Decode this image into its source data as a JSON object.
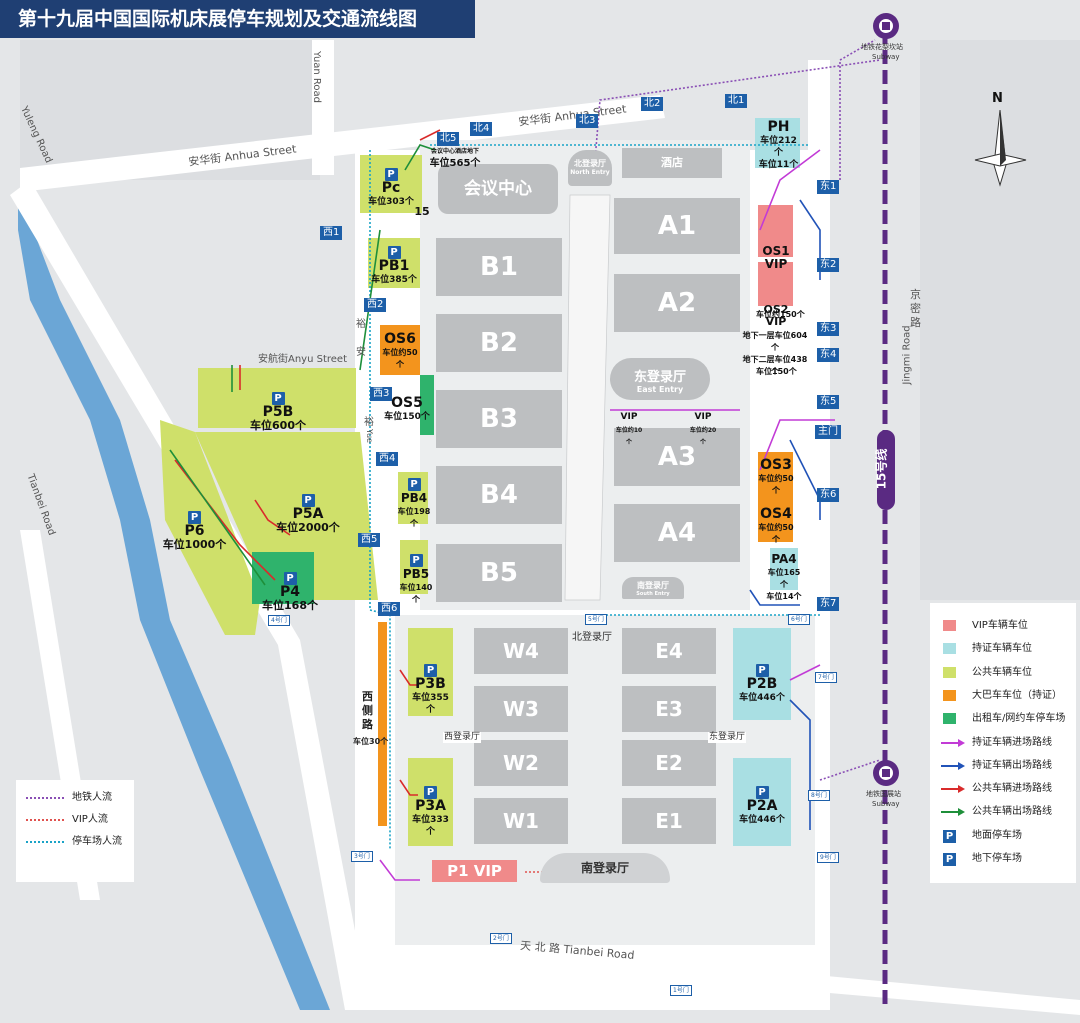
{
  "title": "第十九届中国国际机床展停车规划及交通流线图",
  "streets": {
    "anhua_cn": "安华街",
    "anhua_en": "Anhua Street",
    "anhua_cn_2": "安华街",
    "anhua_en_2": "Anhua Street",
    "anyu": "安航街Anyu Street",
    "yuan_road": "Yuan Road",
    "yu_cn": "裕",
    "an_cn": "安",
    "yue_cn": "裕",
    "yue_en": "Yue",
    "yufeng_road": "Yuleng Road",
    "tianbei_road_side": "Tianbei Road",
    "tianbei_road": "天 北 路  Tianbei Road",
    "jingmi_cn": "京\n密\n路",
    "jingmi_en": "Jingmi Road",
    "west_side_road": "西\n侧\n路",
    "west_side_cap": "车位30个"
  },
  "subway": {
    "line": "15号线",
    "north_station": "地铁花梨坎站",
    "north_en": "Subway",
    "south_station": "地铁国展站",
    "south_en": "Subway"
  },
  "compass": "N",
  "halls": {
    "conference": "会议中心",
    "hotel": "酒店",
    "north_hall": "北登录厅",
    "north_hall_en": "North Entry",
    "east_hall": "东登录厅",
    "east_hall_en": "East Entry",
    "south_hall_small": "南登录厅",
    "south_hall_small_en": "South Entry",
    "north_hall_2": "北登录厅",
    "west_hall": "西登录厅",
    "east_hall_2": "东登录厅",
    "south_hall": "南登录厅",
    "A1": "A1",
    "A2": "A2",
    "A3": "A3",
    "A4": "A4",
    "B1": "B1",
    "B2": "B2",
    "B3": "B3",
    "B4": "B4",
    "B5": "B5",
    "W1": "W1",
    "W2": "W2",
    "W3": "W3",
    "W4": "W4",
    "E1": "E1",
    "E2": "E2",
    "E3": "E3",
    "E4": "E4"
  },
  "gates": {
    "bei1": "北1",
    "bei2": "北2",
    "bei3": "北3",
    "bei4": "北4",
    "bei5": "北5",
    "xi1": "西1",
    "xi2": "西2",
    "xi3": "西3",
    "xi4": "西4",
    "xi5": "西5",
    "xi6": "西6",
    "dong1": "东1",
    "dong2": "东2",
    "dong3": "东3",
    "dong4": "东4",
    "dong5": "东5",
    "zhumen": "主门",
    "dong6": "东6",
    "dong7": "东7"
  },
  "small_gates": {
    "g1": "1号门",
    "g2": "2号门",
    "g3": "3号门",
    "g4": "4号门",
    "g5": "5号门",
    "g6": "6号门",
    "g7": "7号门",
    "g8": "8号门",
    "g9": "9号门"
  },
  "parking": {
    "PC": {
      "name": "Pc",
      "cap": "车位303个"
    },
    "P15": {
      "name": "15"
    },
    "conf_underground": {
      "name": "会议中心酒店地下",
      "cap": "车位565个"
    },
    "PB1": {
      "name": "PB1",
      "cap": "车位385个"
    },
    "OS6": {
      "name": "OS6",
      "cap": "车位约50个"
    },
    "OS5": {
      "name": "OS5",
      "cap": "车位150个"
    },
    "P5B": {
      "name": "P5B",
      "cap": "车位600个"
    },
    "P5A": {
      "name": "P5A",
      "cap": "车位2000个"
    },
    "P6": {
      "name": "P6",
      "cap": "车位1000个"
    },
    "P4": {
      "name": "P4",
      "cap": "车位168个"
    },
    "PB4": {
      "name": "PB4",
      "cap": "车位198个"
    },
    "PB5": {
      "name": "PB5",
      "cap": "车位140个"
    },
    "PH": {
      "name": "PH",
      "cap": "车位212个"
    },
    "PH2": {
      "cap": "车位11个"
    },
    "OS1": {
      "name": "OS1\nVIP",
      "cap": "车位约150个"
    },
    "OS2": {
      "name": "OS2\nVIP",
      "cap": "车位150个"
    },
    "B1U": {
      "cap": "地下一层车位604个"
    },
    "B2U": {
      "cap": "地下二层车位438个"
    },
    "VIP1": {
      "name": "VIP",
      "cap": "车位约10个"
    },
    "VIP2": {
      "name": "VIP",
      "cap": "车位约20个"
    },
    "OS3": {
      "name": "OS3",
      "cap": "车位约50个"
    },
    "OS4": {
      "name": "OS4",
      "cap": "车位约50个"
    },
    "PA4": {
      "name": "PA4",
      "cap": "车位165个"
    },
    "PA4b": {
      "cap": "车位14个"
    },
    "P3B": {
      "name": "P3B",
      "cap": "车位355个"
    },
    "P3A": {
      "name": "P3A",
      "cap": "车位333个"
    },
    "P2B": {
      "name": "P2B",
      "cap": "车位446个"
    },
    "P2A": {
      "name": "P2A",
      "cap": "车位446个"
    },
    "P1VIP": {
      "name": "P1 VIP"
    }
  },
  "left_legend": [
    {
      "label": "地铁人流",
      "color": "#8a4fb5"
    },
    {
      "label": "VIP人流",
      "color": "#e0524f"
    },
    {
      "label": "停车场人流",
      "color": "#1aa3c7"
    }
  ],
  "right_legend": [
    {
      "label": "VIP车辆车位",
      "color": "#f08a8a",
      "kind": "swatch"
    },
    {
      "label": "持证车辆车位",
      "color": "#a9dfe3",
      "kind": "swatch"
    },
    {
      "label": "公共车辆车位",
      "color": "#cfe06a",
      "kind": "swatch"
    },
    {
      "label": "大巴车车位（持证）",
      "color": "#f3941d",
      "kind": "swatch"
    },
    {
      "label": "出租车/网约车停车场",
      "color": "#2fb36c",
      "kind": "swatch"
    },
    {
      "label": "持证车辆进场路线",
      "color": "#c23bd6",
      "kind": "arrow"
    },
    {
      "label": "持证车辆出场路线",
      "color": "#2153b8",
      "kind": "arrow"
    },
    {
      "label": "公共车辆进场路线",
      "color": "#d92b2b",
      "kind": "arrow"
    },
    {
      "label": "公共车辆出场路线",
      "color": "#1e8f3a",
      "kind": "arrow"
    },
    {
      "label": "地面停车场",
      "icon": "surface-parking-icon",
      "kind": "icon"
    },
    {
      "label": "地下停车场",
      "icon": "underground-parking-icon",
      "kind": "icon"
    }
  ],
  "colors": {
    "vip": "#f08a8a",
    "permit": "#a9dfe3",
    "public": "#cfe06a",
    "bus": "#f3941d",
    "taxi": "#2fb36c",
    "hall": "#bdbfc1",
    "water": "#6ba6d6",
    "subway_line": "#5a2a82",
    "title_bg": "#1f3f73"
  }
}
